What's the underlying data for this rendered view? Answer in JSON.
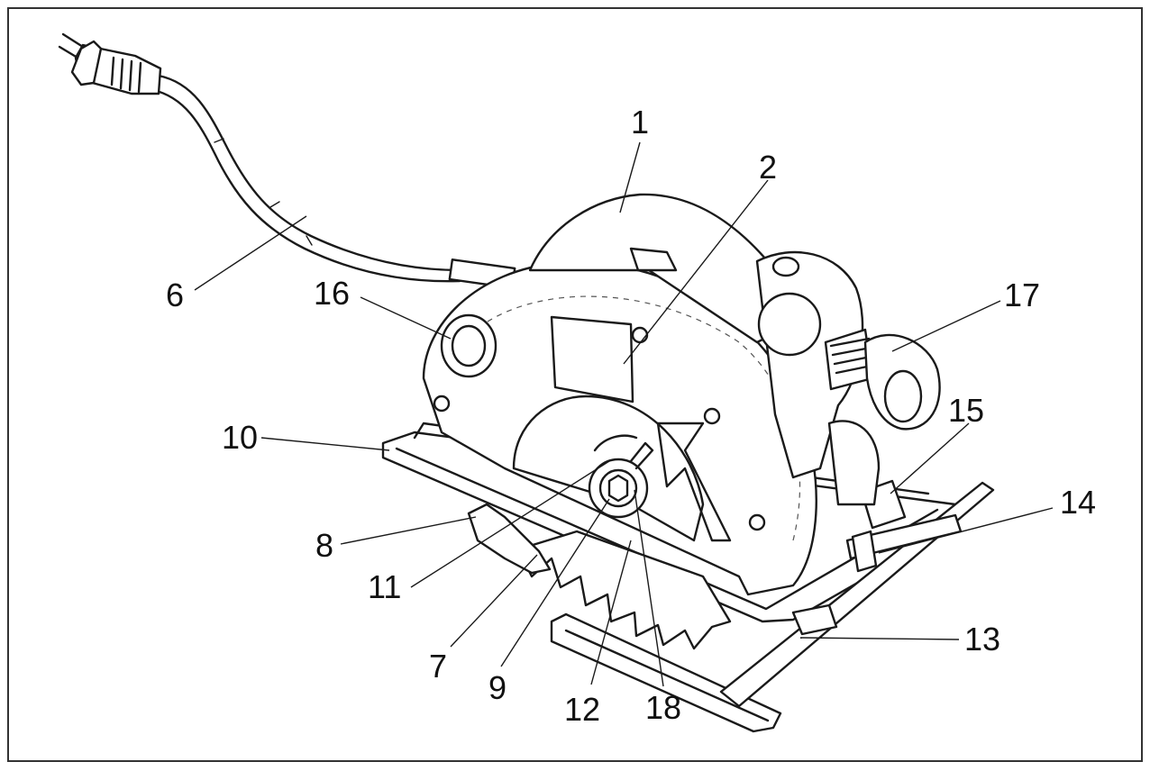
{
  "callouts": [
    {
      "id": "1",
      "text": "1"
    },
    {
      "id": "2",
      "text": "2"
    },
    {
      "id": "6",
      "text": "6"
    },
    {
      "id": "7",
      "text": "7"
    },
    {
      "id": "8",
      "text": "8"
    },
    {
      "id": "9",
      "text": "9"
    },
    {
      "id": "10",
      "text": "10"
    },
    {
      "id": "11",
      "text": "11"
    },
    {
      "id": "12",
      "text": "12"
    },
    {
      "id": "13",
      "text": "13"
    },
    {
      "id": "14",
      "text": "14"
    },
    {
      "id": "15",
      "text": "15"
    },
    {
      "id": "16",
      "text": "16"
    },
    {
      "id": "17",
      "text": "17"
    },
    {
      "id": "18",
      "text": "18"
    }
  ],
  "colors": {
    "line": "#1a1a1a",
    "background": "#ffffff",
    "frame": "#333333"
  }
}
